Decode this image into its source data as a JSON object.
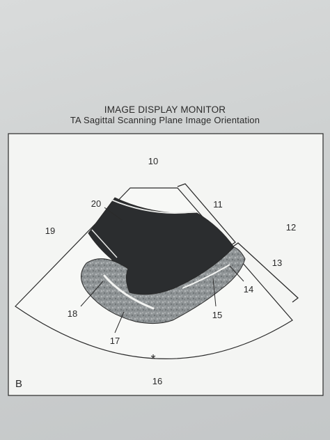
{
  "title": "IMAGE DISPLAY MONITOR",
  "subtitle": "TA Sagittal Scanning Plane Image Orientation",
  "panel_letter": "B",
  "asterisk": "*",
  "labels": {
    "n10": "10",
    "n11": "11",
    "n12": "12",
    "n13": "13",
    "n14": "14",
    "n15": "15",
    "n16": "16",
    "n17": "17",
    "n18": "18",
    "n19": "19",
    "n20": "20"
  },
  "colors": {
    "paper": "#cfd1d1",
    "frame": "#f4f5f3",
    "bladder": "#2b2d2f",
    "uterus": "#8f9496",
    "line": "#2a2a2a"
  }
}
